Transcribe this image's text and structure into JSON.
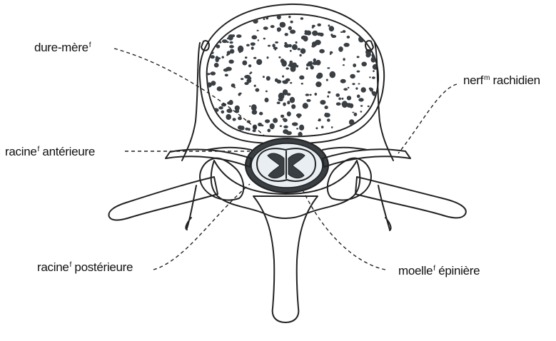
{
  "labels": {
    "dura": {
      "text": "dure-mère",
      "sup": "f"
    },
    "nerve": {
      "text": "nerf",
      "sup": "m",
      "after": " rachidien"
    },
    "anterior_root": {
      "text": "racine",
      "sup": "f",
      "after": " antérieure"
    },
    "posterior_root": {
      "text": "racine",
      "sup": "f",
      "after": " postérieure"
    },
    "spinal_cord": {
      "text": "moelle",
      "sup": "f",
      "after": " épinière"
    }
  },
  "colors": {
    "bone": "#dde6ec",
    "cancellous": "#c9d6de",
    "pores": "#3a3f44",
    "cord": "#e8eef2",
    "ink": "#222222"
  }
}
